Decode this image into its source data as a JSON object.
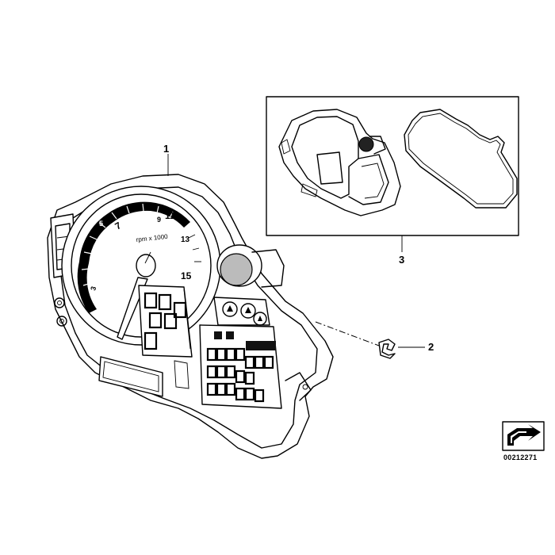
{
  "callouts": {
    "item_1": "1",
    "item_2": "2",
    "item_3": "3"
  },
  "gauge": {
    "unit_label": "rpm x 1000",
    "tick_numbers": [
      "3",
      "5",
      "7",
      "9",
      "11",
      "13",
      "15"
    ]
  },
  "reference_code": "00212271",
  "icons": {
    "main_part": "instrument-cluster-icon",
    "clip_part": "clip-icon",
    "housing_part": "cluster-housing-icon",
    "gasket_part": "gasket-icon",
    "corner_mark": "bmw-arrow-mark-icon"
  }
}
